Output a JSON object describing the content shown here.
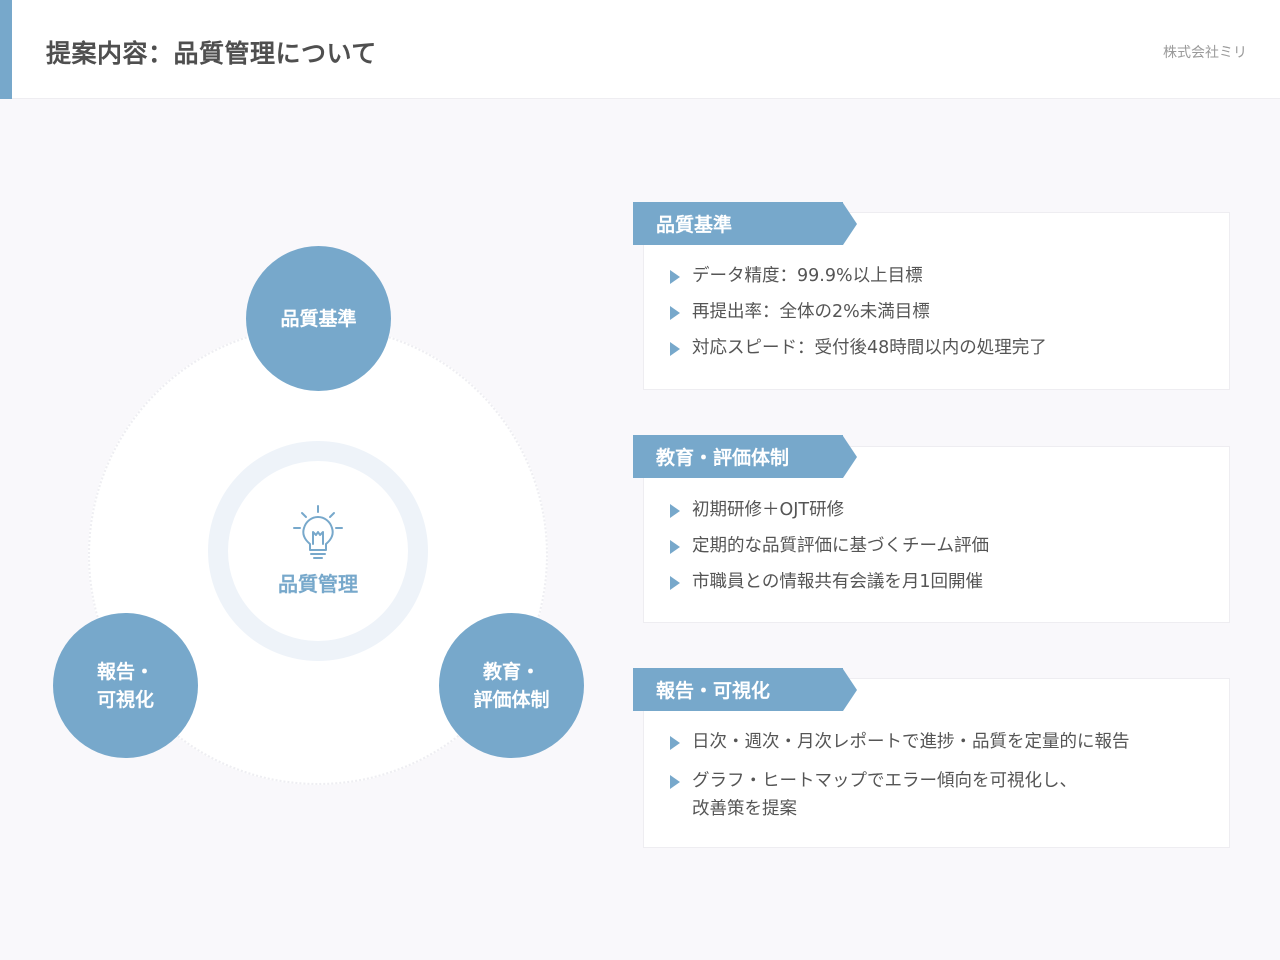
{
  "header": {
    "title": "提案内容：品質管理について",
    "company": "株式会社ミリ",
    "accent_color": "#77a8cb"
  },
  "diagram": {
    "center": {
      "icon": "lightbulb-icon",
      "label": "品質管理"
    },
    "nodes": [
      {
        "line1": "品質基準",
        "line2": ""
      },
      {
        "line1": "教育・",
        "line2": "評価体制"
      },
      {
        "line1": "報告・",
        "line2": "可視化"
      }
    ],
    "node_color": "#77a8cb"
  },
  "sections": [
    {
      "title": "品質基準",
      "items": [
        "データ精度：99.9%以上目標",
        "再提出率：全体の2%未満目標",
        "対応スピード：受付後48時間以内の処理完了"
      ]
    },
    {
      "title": "教育・評価体制",
      "items": [
        "初期研修＋OJT研修",
        "定期的な品質評価に基づくチーム評価",
        "市職員との情報共有会議を月1回開催"
      ]
    },
    {
      "title": "報告・可視化",
      "items": [
        "日次・週次・月次レポートで進捗・品質を定量的に報告",
        "グラフ・ヒートマップでエラー傾向を可視化し、",
        "改善策を提案"
      ]
    }
  ]
}
